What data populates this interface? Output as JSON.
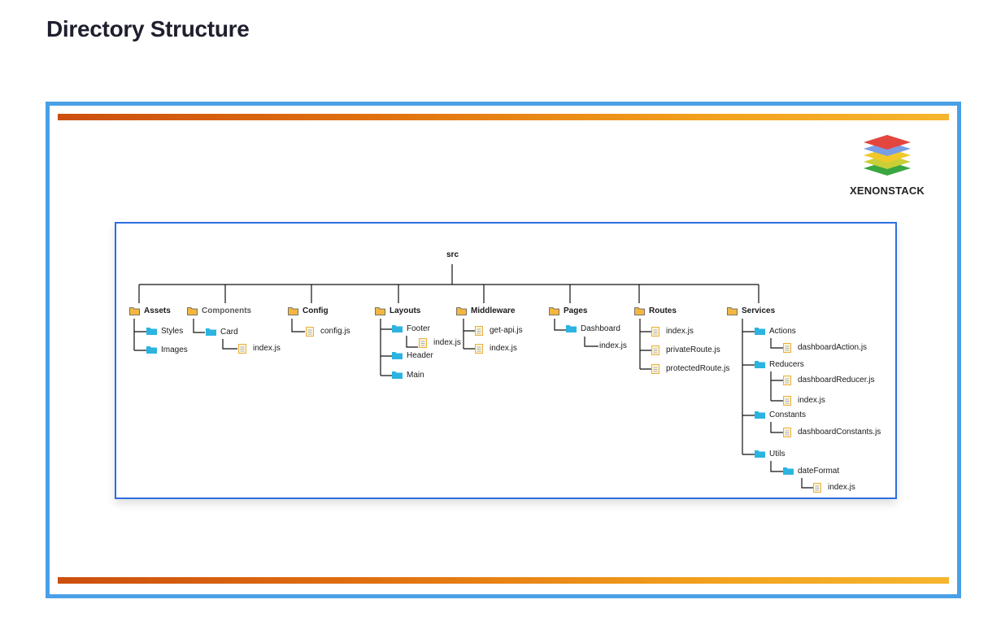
{
  "page": {
    "title": "Directory Structure"
  },
  "logo": {
    "text": "XENONSTACK"
  },
  "colors": {
    "frame_border": "#4aa0e6",
    "diagram_border": "#2d6fe0",
    "stripe_start": "#cc4f0e",
    "stripe_end": "#f6b52e",
    "folder_top": "#f3b741",
    "folder_sub": "#2bb4e0"
  },
  "tree": {
    "root": "src",
    "top_level": [
      "Assets",
      "Components",
      "Config",
      "Layouts",
      "Middleware",
      "Pages",
      "Routes",
      "Services"
    ],
    "assets": [
      "Styles",
      "Images"
    ],
    "components": {
      "card": "Card",
      "card_file": "index.js"
    },
    "config": {
      "file": "config.js"
    },
    "layouts": {
      "footer": "Footer",
      "footer_file": "index.js",
      "header": "Header",
      "main": "Main"
    },
    "middleware": [
      "get-api.js",
      "index.js"
    ],
    "pages": {
      "dashboard": "Dashboard",
      "dashboard_file": "index.js"
    },
    "routes": [
      "index.js",
      "privateRoute.js",
      "protectedRoute.js"
    ],
    "services": {
      "actions": "Actions",
      "actions_file": "dashboardAction.js",
      "reducers": "Reducers",
      "reducers_files": [
        "dashboardReducer.js",
        "index.js"
      ],
      "constants": "Constants",
      "constants_file": "dashboardConstants.js",
      "utils": "Utils",
      "dateformat": "dateFormat",
      "dateformat_file": "index.js"
    }
  }
}
